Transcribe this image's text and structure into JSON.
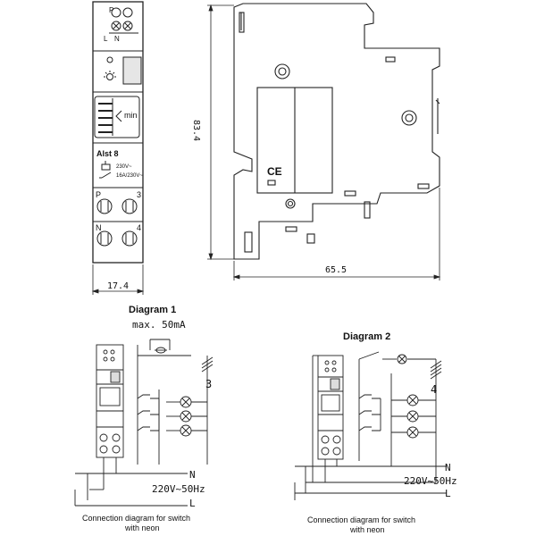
{
  "front_view": {
    "terminal_symbols": [
      "L",
      "N"
    ],
    "delay_label": "min",
    "model": "Alst 8",
    "rating_line1": "230V~",
    "rating_line2": "16A/230V~",
    "terminals": {
      "p": "P",
      "three": "3",
      "n": "N",
      "four": "4"
    },
    "width_dim": "17.4"
  },
  "side_view": {
    "height_dim": "83.4",
    "depth_dim": "65.5",
    "ce_mark": "CE"
  },
  "diagram1": {
    "title": "Diagram 1",
    "max_current": "max. 50mA",
    "wire_count": "3",
    "n_label": "N",
    "supply": "220V~50Hz",
    "l_label": "L",
    "caption_line1": "Connection diagram for switch",
    "caption_line2": "with neon"
  },
  "diagram2": {
    "title": "Diagram 2",
    "wire_count": "4",
    "n_label": "N",
    "supply": "220V~50Hz",
    "l_label": "L",
    "caption_line1": "Connection diagram for switch",
    "caption_line2": "with neon"
  }
}
